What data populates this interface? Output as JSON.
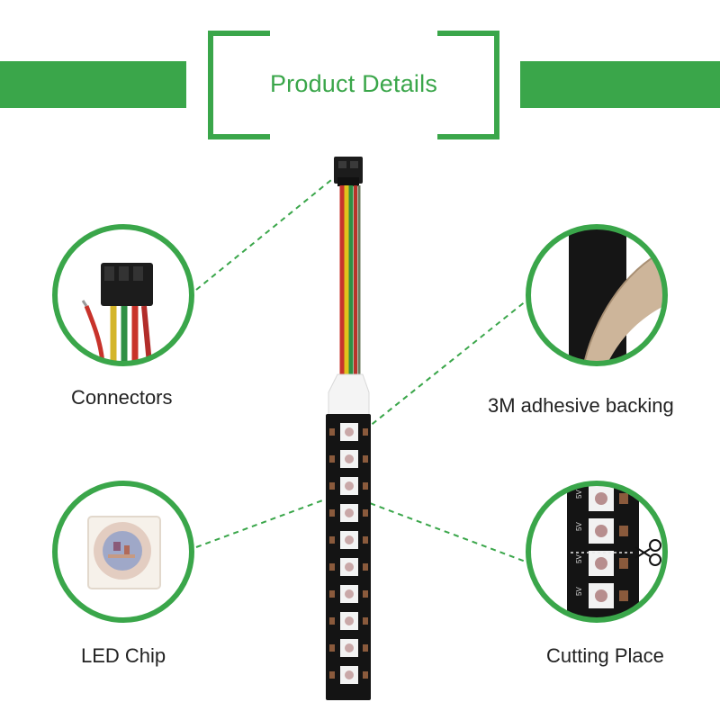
{
  "header": {
    "title": "Product Details",
    "accent_color": "#3aa64a"
  },
  "callouts": [
    {
      "label": "Connectors"
    },
    {
      "label": "3M adhesive backing"
    },
    {
      "label": "LED Chip"
    },
    {
      "label": "Cutting Place"
    }
  ],
  "strip": {
    "chip_markings": [
      "5V",
      "5V",
      "5V",
      "5V"
    ]
  },
  "icons": {
    "scissors": "scissors-icon"
  }
}
